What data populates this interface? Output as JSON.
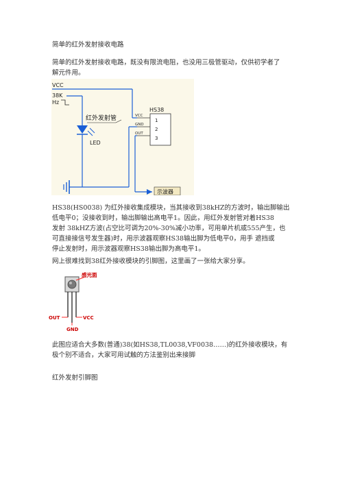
{
  "title": "简单的红外发射接收电路",
  "intro": [
    "简单的红外发射接收电路，既没有限流电阻，也没用三极管驱动，仅供初学者了",
    "解元件用。"
  ],
  "circuit": {
    "vcc": "VCC",
    "freq": [
      "38K",
      "Hz"
    ],
    "emitter_label": "红外发射管",
    "led": "LED",
    "chip": "HS38",
    "pins": [
      "VCC",
      "GND",
      "OUT"
    ],
    "pin_numbers": [
      "1",
      "2",
      "3"
    ],
    "scope": "示波器"
  },
  "desc": [
    "HS38(HS0038) 为红外接收集成模块，当其接收到38kHZ的方波时，输出脚输出",
    "低电平0；没接收到时，输出脚输出高电平1。因此，用红外发射管对着HS38",
    "发射 38kHZ方波(占空比可调为20%-30%减小功率，可用单片机或555产生，也",
    "可直接接信号发生器)时，用示波器观察HS38输出脚为低电平0，用手 遮挡或",
    "停止发射时，用示波器观察HS38输出脚为高电平1。"
  ],
  "share": "网上很难找到38红外接收模块的引脚图，这里画了一张给大家分享。",
  "pinout": {
    "sensor": "感光面",
    "out": "OUT",
    "gnd": "GND",
    "vcc": "VCC"
  },
  "note": [
    "此图应适合大多数(普通)38(如HS38,TL0038,VF0038……)的红外接收模块，有",
    "极个别不适合，大家可用试触的方法鉴别出来接脚"
  ],
  "footer": "红外发射引脚图",
  "colors": {
    "wire": "#1a5fd6",
    "red": "#ff2a2a",
    "label": "#cc0000",
    "fig_bg": "#fbf8e9"
  }
}
